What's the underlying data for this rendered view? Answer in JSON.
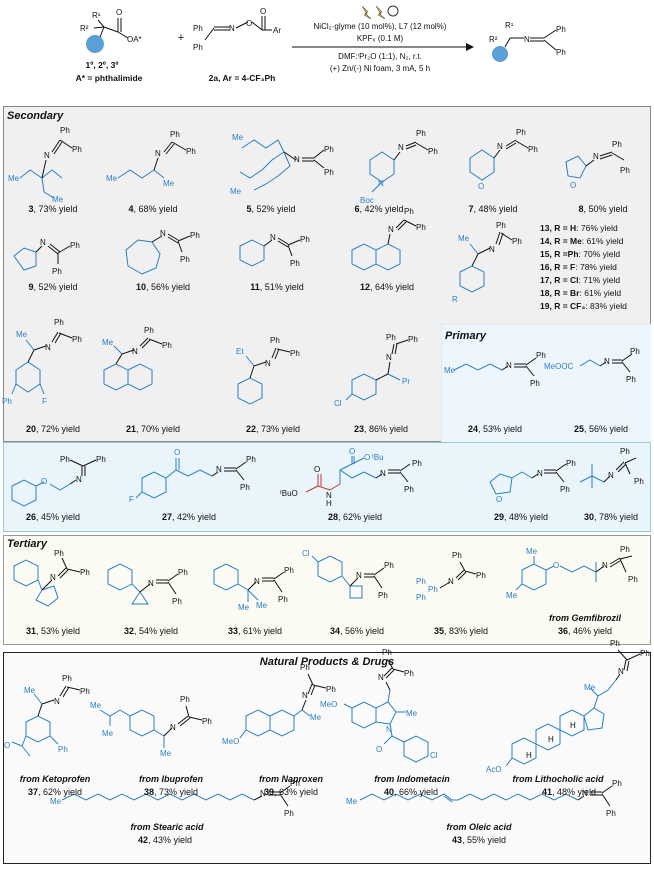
{
  "header": {
    "reactant1": {
      "r1": "R¹",
      "r2": "R²",
      "o": "O",
      "oa": "OA*",
      "degrees": "1º, 2º, 3º",
      "astar": "A* = phthalimide"
    },
    "plus": "+",
    "reactant2": {
      "ph1": "Ph",
      "ph2": "Ph",
      "n": "N",
      "o": "O",
      "oc": "O",
      "ar": "Ar",
      "label": "2a, Ar = 4-CF₃Ph"
    },
    "conditions": {
      "line1": "NiCl₂·glyme (10 mol%), L7 (12 mol%)",
      "line2": "KPF₆ (0.1 M)",
      "line3": "DMF:ⁱPr₂O (1:1), N₂, r.t.",
      "line4": "(+) Zn/(-) Ni foam, 3 mA, 5 h"
    },
    "product": {
      "r1": "R¹",
      "r2": "R²",
      "n": "N",
      "ph1": "Ph",
      "ph2": "Ph"
    }
  },
  "sections": {
    "secondary": "Secondary",
    "primary": "Primary",
    "tertiary": "Tertiary",
    "natural": "Natural Products & Drugs"
  },
  "compounds": [
    {
      "id": "3",
      "yield": "73% yield"
    },
    {
      "id": "4",
      "yield": "68% yield"
    },
    {
      "id": "5",
      "yield": "52% yield"
    },
    {
      "id": "6",
      "yield": "42% yield"
    },
    {
      "id": "7",
      "yield": "48% yield"
    },
    {
      "id": "8",
      "yield": "50% yield"
    },
    {
      "id": "9",
      "yield": "52% yield"
    },
    {
      "id": "10",
      "yield": "56% yield"
    },
    {
      "id": "11",
      "yield": "51% yield"
    },
    {
      "id": "12",
      "yield": "64% yield"
    },
    {
      "id": "20",
      "yield": "72% yield"
    },
    {
      "id": "21",
      "yield": "70% yield"
    },
    {
      "id": "22",
      "yield": "73% yield"
    },
    {
      "id": "23",
      "yield": "86% yield"
    },
    {
      "id": "24",
      "yield": "53% yield"
    },
    {
      "id": "25",
      "yield": "56% yield"
    },
    {
      "id": "26",
      "yield": "45% yield"
    },
    {
      "id": "27",
      "yield": "42% yield"
    },
    {
      "id": "28",
      "yield": "62% yield"
    },
    {
      "id": "29",
      "yield": "48% yield"
    },
    {
      "id": "30",
      "yield": "78% yield"
    },
    {
      "id": "31",
      "yield": "53% yield"
    },
    {
      "id": "32",
      "yield": "54% yield"
    },
    {
      "id": "33",
      "yield": "61% yield"
    },
    {
      "id": "34",
      "yield": "56% yield"
    },
    {
      "id": "35",
      "yield": "83% yield"
    },
    {
      "id": "36",
      "yield": "46% yield",
      "source": "from Gemfibrozil"
    },
    {
      "id": "37",
      "yield": "62% yield",
      "source": "from Ketoprofen"
    },
    {
      "id": "38",
      "yield": "73% yield",
      "source": "from Ibuprofen"
    },
    {
      "id": "39",
      "yield": "63% yield",
      "source": "from Naproxen"
    },
    {
      "id": "40",
      "yield": "66% yield",
      "source": "from Indometacin"
    },
    {
      "id": "41",
      "yield": "48% yield",
      "source": "from Lithocholic acid"
    },
    {
      "id": "42",
      "yield": "43% yield",
      "source": "from Stearic acid"
    },
    {
      "id": "43",
      "yield": "55% yield",
      "source": "from Oleic acid"
    }
  ],
  "r_series": [
    {
      "id": "13",
      "r": "H",
      "yield": "76% yield"
    },
    {
      "id": "14",
      "r": "Me",
      "yield": "61% yield"
    },
    {
      "id": "15",
      "r": "Ph",
      "yield": "70% yield"
    },
    {
      "id": "16",
      "r": "F",
      "yield": "78% yield"
    },
    {
      "id": "17",
      "r": "Cl",
      "yield": "71% yield"
    },
    {
      "id": "18",
      "r": "Br",
      "yield": "61% yield"
    },
    {
      "id": "19",
      "r": "CF₃",
      "yield": "83% yield"
    }
  ],
  "atoms": {
    "ph": "Ph",
    "n": "N",
    "me": "Me",
    "et": "Et",
    "pr": "Pr",
    "o": "O",
    "boc": "Boc",
    "r": "R",
    "f": "F",
    "cl": "Cl",
    "h": "H",
    "ac": "AcO",
    "meo": "MeO",
    "meooc": "MeOOC",
    "obu": "OᵗBu",
    "buo": "ᵗBuO",
    "nh": "N",
    "hh": "H"
  }
}
